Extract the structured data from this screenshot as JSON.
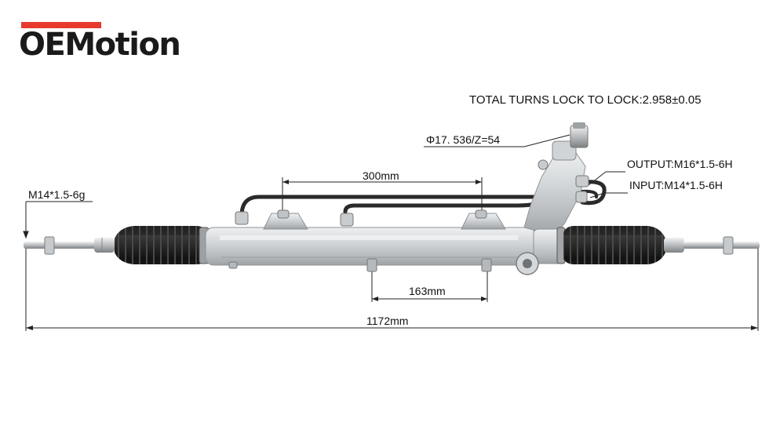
{
  "brand": {
    "logo_text": "OEMotion",
    "accent_color": "#e8392e"
  },
  "specs": {
    "turns_lock_to_lock": "TOTAL  TURNS LOCK TO LOCK:2.958±0.05",
    "pinion": "Φ17. 536/Z=54",
    "output_port": "OUTPUT:M16*1.5-6H",
    "input_port": "INPUT:M14*1.5-6H",
    "tie_rod_thread": "M14*1.5-6g"
  },
  "dimensions": {
    "mount_spacing_top": "300mm",
    "mount_spacing_bottom": "163mm",
    "overall_length": "1172mm"
  },
  "colors": {
    "housing": "#cfd3d6",
    "boot": "#1b1b1b",
    "line": "#222222",
    "pipe": "#2a2a2a"
  }
}
